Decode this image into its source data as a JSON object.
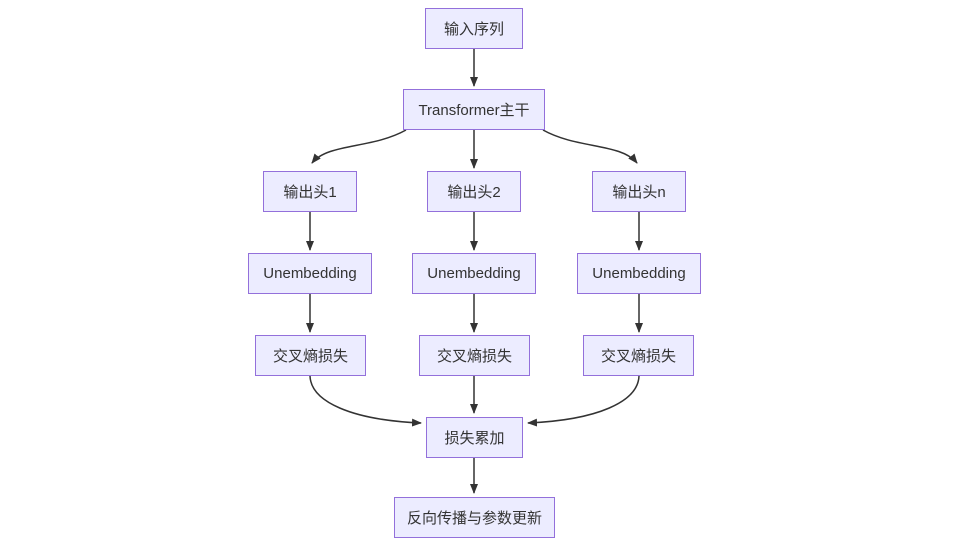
{
  "diagram": {
    "type": "flowchart",
    "direction": "top-down",
    "nodes": {
      "input_sequence": "输入序列",
      "transformer_backbone": "Transformer主干",
      "output_head_1": "输出头1",
      "output_head_2": "输出头2",
      "output_head_n": "输出头n",
      "unembedding_1": "Unembedding",
      "unembedding_2": "Unembedding",
      "unembedding_n": "Unembedding",
      "cross_entropy_loss_1": "交叉熵损失",
      "cross_entropy_loss_2": "交叉熵损失",
      "cross_entropy_loss_n": "交叉熵损失",
      "loss_accumulation": "损失累加",
      "backprop_update": "反向传播与参数更新"
    },
    "edges": [
      {
        "from": "input_sequence",
        "to": "transformer_backbone"
      },
      {
        "from": "transformer_backbone",
        "to": "output_head_1"
      },
      {
        "from": "transformer_backbone",
        "to": "output_head_2"
      },
      {
        "from": "transformer_backbone",
        "to": "output_head_n"
      },
      {
        "from": "output_head_1",
        "to": "unembedding_1"
      },
      {
        "from": "output_head_2",
        "to": "unembedding_2"
      },
      {
        "from": "output_head_n",
        "to": "unembedding_n"
      },
      {
        "from": "unembedding_1",
        "to": "cross_entropy_loss_1"
      },
      {
        "from": "unembedding_2",
        "to": "cross_entropy_loss_2"
      },
      {
        "from": "unembedding_n",
        "to": "cross_entropy_loss_n"
      },
      {
        "from": "cross_entropy_loss_1",
        "to": "loss_accumulation"
      },
      {
        "from": "cross_entropy_loss_2",
        "to": "loss_accumulation"
      },
      {
        "from": "cross_entropy_loss_n",
        "to": "loss_accumulation"
      },
      {
        "from": "loss_accumulation",
        "to": "backprop_update"
      }
    ],
    "colors": {
      "node_fill": "#ECECFF",
      "node_border": "#9370DB",
      "edge_stroke": "#333333",
      "text": "#333333",
      "background": "#FFFFFF"
    }
  }
}
